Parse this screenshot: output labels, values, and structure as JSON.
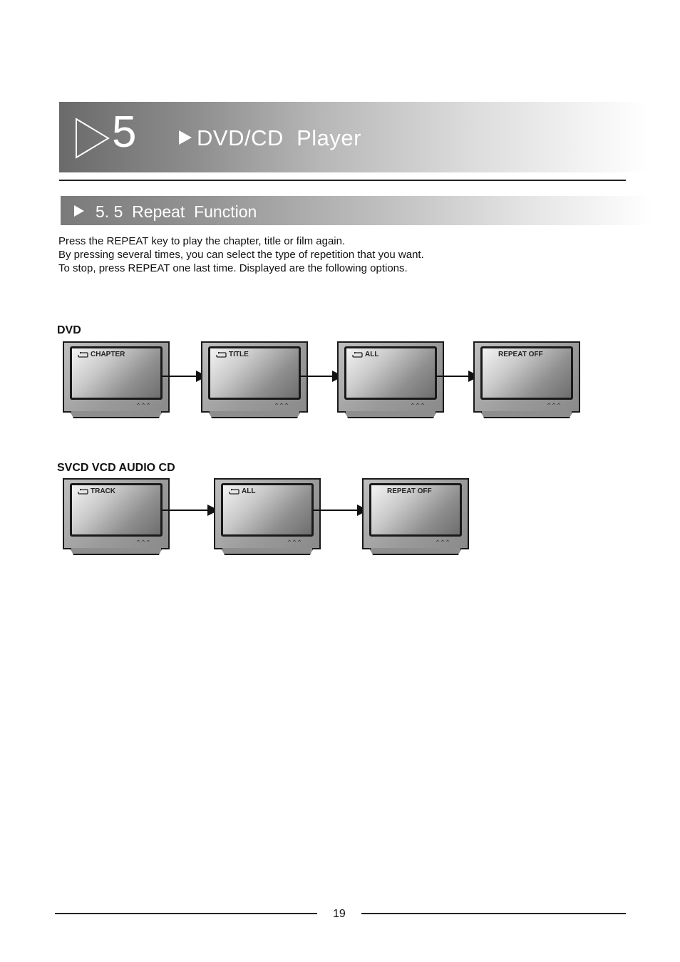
{
  "chapter": {
    "number": "5",
    "title": "DVD/CD  Player"
  },
  "section": {
    "title": "5. 5  Repeat  Function"
  },
  "intro": [
    "Press the REPEAT key to play the chapter, title or film again.",
    "By pressing several times, you can select the type of repetition that you want.",
    "To stop, press REPEAT one last time. Displayed are the following options."
  ],
  "dvd": {
    "label": "DVD",
    "screens": [
      "CHAPTER",
      "TITLE",
      "ALL",
      "REPEAT OFF"
    ]
  },
  "cd": {
    "label": "SVCD VCD AUDIO CD",
    "screens": [
      "TRACK",
      "ALL",
      "REPEAT OFF"
    ]
  },
  "footer": {
    "page_number": "19"
  },
  "icons": {
    "chapter_marker": "play-outline-icon",
    "heading_marker": "play-triangle-icon",
    "osd_icon": "repeat-icon",
    "flow": "arrow-right-icon"
  }
}
